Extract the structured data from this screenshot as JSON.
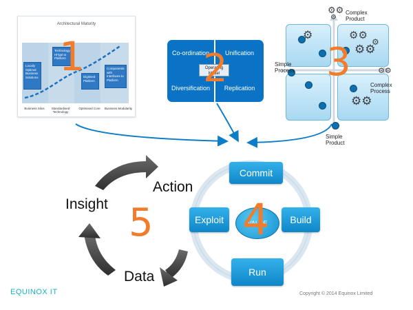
{
  "panel1": {
    "title": "Architectural Maturity",
    "callouts": [
      "Locally Optimal Business Solutions",
      "Technology Hi*ppt to Platform",
      "Digitised Platform",
      "Components with Interfaces to Platform"
    ],
    "stages": [
      "Business Silos",
      "Standardised Technology",
      "Optimised Core",
      "Business Modularity"
    ],
    "number": "1"
  },
  "panel2": {
    "quadrants": [
      "Co-ordination",
      "Unification",
      "Diversification",
      "Replication"
    ],
    "center": "Operating Model",
    "number": "2"
  },
  "panel3": {
    "top_label": "Complex Product",
    "left_label": "Simple Process",
    "right_label": "Complex Process",
    "bottom_label": "Simple Product",
    "number": "3"
  },
  "cycle4": {
    "steps": [
      "Commit",
      "Build",
      "Run",
      "Exploit"
    ],
    "center": "VALUE",
    "number": "4"
  },
  "cycle5": {
    "words": [
      "Action",
      "Insight",
      "Data"
    ],
    "number": "5"
  },
  "footer": {
    "logo": "EQUINOX IT",
    "copyright": "Copyright © 2014 Equinox Limited"
  },
  "colors": {
    "accent_orange": "#f07c2c",
    "blue": "#0a73c6",
    "teal": "#17b3c2"
  }
}
